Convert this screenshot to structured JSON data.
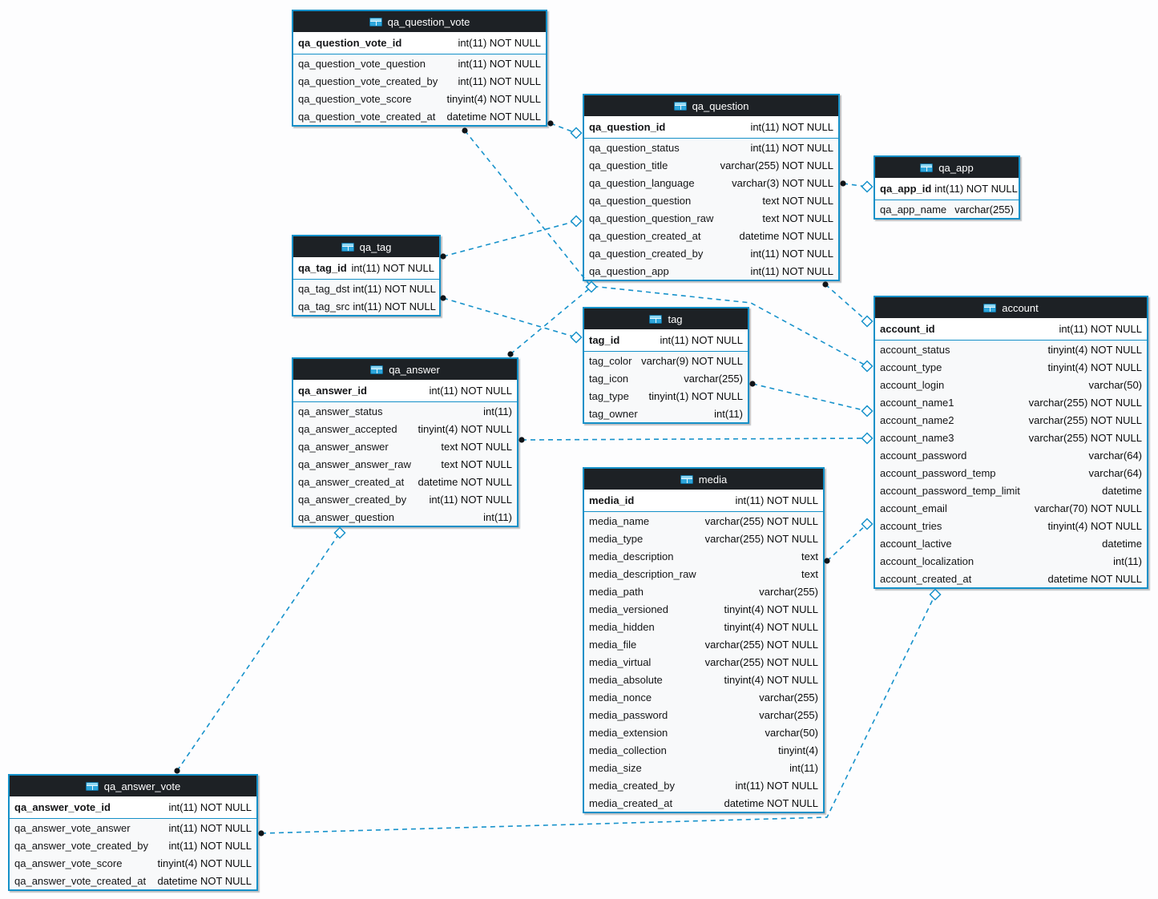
{
  "diagram": {
    "colors": {
      "table_border": "#1490c8",
      "relationship_line": "#1792cb",
      "header_background": "#1d2125",
      "header_text": "#ffffff",
      "row_background": "#f8f9fa",
      "primary_key_row_background": "#ffffff",
      "table_icon_blue": "#2ea6db"
    },
    "tables": [
      {
        "id": "qa_question_vote",
        "title": "qa_question_vote",
        "primary_key": {
          "name": "qa_question_vote_id",
          "type": "int(11) NOT NULL"
        },
        "fields": [
          {
            "name": "qa_question_vote_question",
            "type": "int(11) NOT NULL"
          },
          {
            "name": "qa_question_vote_created_by",
            "type": "int(11) NOT NULL"
          },
          {
            "name": "qa_question_vote_score",
            "type": "tinyint(4) NOT NULL"
          },
          {
            "name": "qa_question_vote_created_at",
            "type": "datetime NOT NULL"
          }
        ]
      },
      {
        "id": "qa_question",
        "title": "qa_question",
        "primary_key": {
          "name": "qa_question_id",
          "type": "int(11) NOT NULL"
        },
        "fields": [
          {
            "name": "qa_question_status",
            "type": "int(11) NOT NULL"
          },
          {
            "name": "qa_question_title",
            "type": "varchar(255) NOT NULL"
          },
          {
            "name": "qa_question_language",
            "type": "varchar(3) NOT NULL"
          },
          {
            "name": "qa_question_question",
            "type": "text NOT NULL"
          },
          {
            "name": "qa_question_question_raw",
            "type": "text NOT NULL"
          },
          {
            "name": "qa_question_created_at",
            "type": "datetime NOT NULL"
          },
          {
            "name": "qa_question_created_by",
            "type": "int(11) NOT NULL"
          },
          {
            "name": "qa_question_app",
            "type": "int(11) NOT NULL"
          }
        ]
      },
      {
        "id": "qa_app",
        "title": "qa_app",
        "primary_key": {
          "name": "qa_app_id",
          "type": "int(11) NOT NULL"
        },
        "fields": [
          {
            "name": "qa_app_name",
            "type": "varchar(255)"
          }
        ]
      },
      {
        "id": "qa_tag",
        "title": "qa_tag",
        "primary_key": {
          "name": "qa_tag_id",
          "type": "int(11) NOT NULL"
        },
        "fields": [
          {
            "name": "qa_tag_dst",
            "type": "int(11) NOT NULL"
          },
          {
            "name": "qa_tag_src",
            "type": "int(11) NOT NULL"
          }
        ]
      },
      {
        "id": "tag",
        "title": "tag",
        "primary_key": {
          "name": "tag_id",
          "type": "int(11) NOT NULL"
        },
        "fields": [
          {
            "name": "tag_color",
            "type": "varchar(9) NOT NULL"
          },
          {
            "name": "tag_icon",
            "type": "varchar(255)"
          },
          {
            "name": "tag_type",
            "type": "tinyint(1) NOT NULL"
          },
          {
            "name": "tag_owner",
            "type": "int(11)"
          }
        ]
      },
      {
        "id": "qa_answer",
        "title": "qa_answer",
        "primary_key": {
          "name": "qa_answer_id",
          "type": "int(11) NOT NULL"
        },
        "fields": [
          {
            "name": "qa_answer_status",
            "type": "int(11)"
          },
          {
            "name": "qa_answer_accepted",
            "type": "tinyint(4) NOT NULL"
          },
          {
            "name": "qa_answer_answer",
            "type": "text NOT NULL"
          },
          {
            "name": "qa_answer_answer_raw",
            "type": "text NOT NULL"
          },
          {
            "name": "qa_answer_created_at",
            "type": "datetime NOT NULL"
          },
          {
            "name": "qa_answer_created_by",
            "type": "int(11) NOT NULL"
          },
          {
            "name": "qa_answer_question",
            "type": "int(11)"
          }
        ]
      },
      {
        "id": "media",
        "title": "media",
        "primary_key": {
          "name": "media_id",
          "type": "int(11) NOT NULL"
        },
        "fields": [
          {
            "name": "media_name",
            "type": "varchar(255) NOT NULL"
          },
          {
            "name": "media_type",
            "type": "varchar(255) NOT NULL"
          },
          {
            "name": "media_description",
            "type": "text"
          },
          {
            "name": "media_description_raw",
            "type": "text"
          },
          {
            "name": "media_path",
            "type": "varchar(255)"
          },
          {
            "name": "media_versioned",
            "type": "tinyint(4) NOT NULL"
          },
          {
            "name": "media_hidden",
            "type": "tinyint(4) NOT NULL"
          },
          {
            "name": "media_file",
            "type": "varchar(255) NOT NULL"
          },
          {
            "name": "media_virtual",
            "type": "varchar(255) NOT NULL"
          },
          {
            "name": "media_absolute",
            "type": "tinyint(4) NOT NULL"
          },
          {
            "name": "media_nonce",
            "type": "varchar(255)"
          },
          {
            "name": "media_password",
            "type": "varchar(255)"
          },
          {
            "name": "media_extension",
            "type": "varchar(50)"
          },
          {
            "name": "media_collection",
            "type": "tinyint(4)"
          },
          {
            "name": "media_size",
            "type": "int(11)"
          },
          {
            "name": "media_created_by",
            "type": "int(11) NOT NULL"
          },
          {
            "name": "media_created_at",
            "type": "datetime NOT NULL"
          }
        ]
      },
      {
        "id": "account",
        "title": "account",
        "primary_key": {
          "name": "account_id",
          "type": "int(11) NOT NULL"
        },
        "fields": [
          {
            "name": "account_status",
            "type": "tinyint(4) NOT NULL"
          },
          {
            "name": "account_type",
            "type": "tinyint(4) NOT NULL"
          },
          {
            "name": "account_login",
            "type": "varchar(50)"
          },
          {
            "name": "account_name1",
            "type": "varchar(255) NOT NULL"
          },
          {
            "name": "account_name2",
            "type": "varchar(255) NOT NULL"
          },
          {
            "name": "account_name3",
            "type": "varchar(255) NOT NULL"
          },
          {
            "name": "account_password",
            "type": "varchar(64)"
          },
          {
            "name": "account_password_temp",
            "type": "varchar(64)"
          },
          {
            "name": "account_password_temp_limit",
            "type": "datetime"
          },
          {
            "name": "account_email",
            "type": "varchar(70) NOT NULL"
          },
          {
            "name": "account_tries",
            "type": "tinyint(4) NOT NULL"
          },
          {
            "name": "account_lactive",
            "type": "datetime"
          },
          {
            "name": "account_localization",
            "type": "int(11)"
          },
          {
            "name": "account_created_at",
            "type": "datetime NOT NULL"
          }
        ]
      },
      {
        "id": "qa_answer_vote",
        "title": "qa_answer_vote",
        "primary_key": {
          "name": "qa_answer_vote_id",
          "type": "int(11) NOT NULL"
        },
        "fields": [
          {
            "name": "qa_answer_vote_answer",
            "type": "int(11) NOT NULL"
          },
          {
            "name": "qa_answer_vote_created_by",
            "type": "int(11) NOT NULL"
          },
          {
            "name": "qa_answer_vote_score",
            "type": "tinyint(4) NOT NULL"
          },
          {
            "name": "qa_answer_vote_created_at",
            "type": "datetime NOT NULL"
          }
        ]
      }
    ],
    "relationships": [
      {
        "from": "qa_question_vote",
        "to": "qa_question"
      },
      {
        "from": "qa_question_vote",
        "to": "account"
      },
      {
        "from": "qa_question",
        "to": "qa_app"
      },
      {
        "from": "qa_question",
        "to": "account"
      },
      {
        "from": "qa_tag",
        "to": "qa_question"
      },
      {
        "from": "qa_tag",
        "to": "tag"
      },
      {
        "from": "qa_answer",
        "to": "qa_question"
      },
      {
        "from": "qa_answer",
        "to": "account"
      },
      {
        "from": "tag",
        "to": "account"
      },
      {
        "from": "media",
        "to": "account"
      },
      {
        "from": "qa_answer_vote",
        "to": "qa_answer"
      },
      {
        "from": "qa_answer_vote",
        "to": "account"
      }
    ]
  }
}
